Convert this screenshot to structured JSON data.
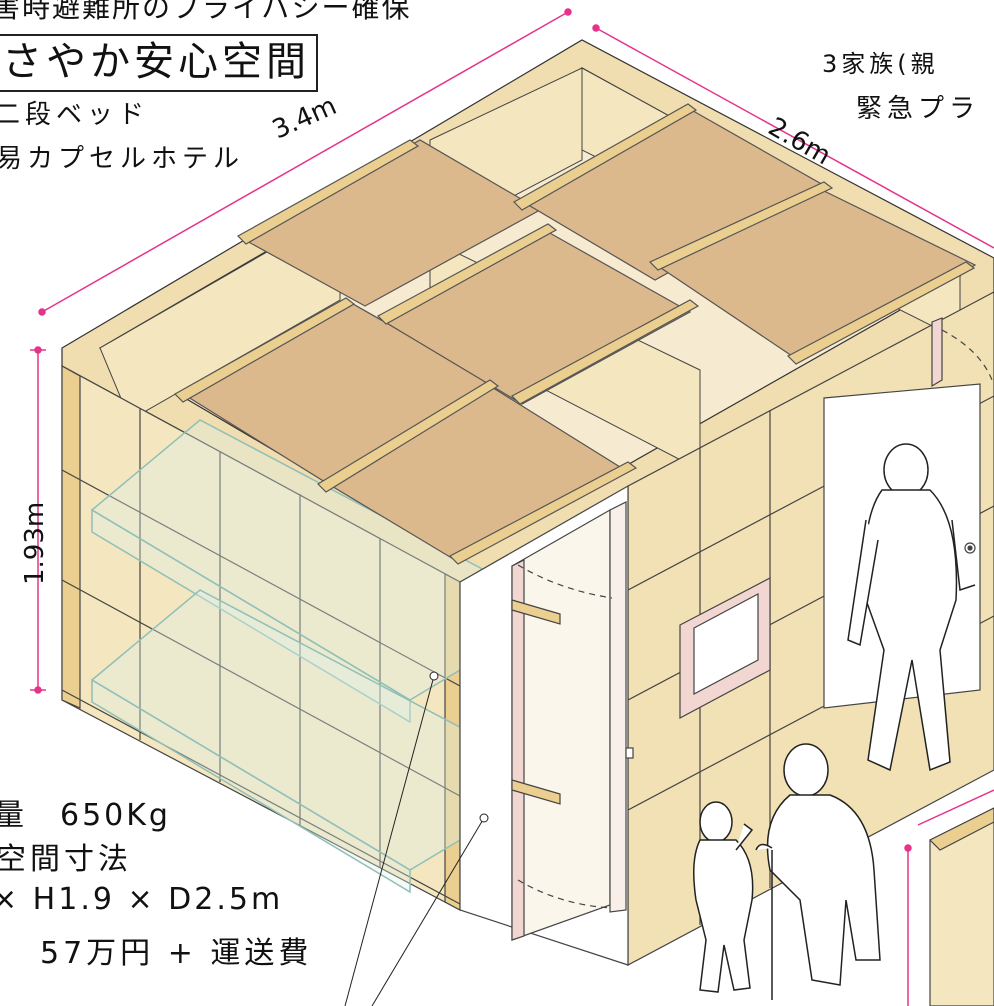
{
  "texts": {
    "header_title": "害時避難所のプライバシー確保",
    "boxed_title": "さやか安心空間",
    "sub_line1": "二段ベッド",
    "sub_line2": "易カプセルホテル",
    "family_line1": "3家族(親",
    "family_line2": "緊急プラ",
    "spec_weight": "量　650Kg",
    "spec_space": "空間寸法",
    "spec_dims": "× H1.9 × D2.5m",
    "spec_price": "57万円 + 運送費"
  },
  "dimensions": {
    "width": "3.4m",
    "depth": "2.6m",
    "height": "1.93m"
  },
  "colors": {
    "panel_light": "#f4e6bf",
    "panel_top": "#f9efd2",
    "panel_side": "#efdcab",
    "frame_wood": "#ebcf90",
    "roof_board": "#dcb98c",
    "door_pink": "#f1d6d2",
    "dimension_line": "#e6338a",
    "outline": "#333333"
  }
}
